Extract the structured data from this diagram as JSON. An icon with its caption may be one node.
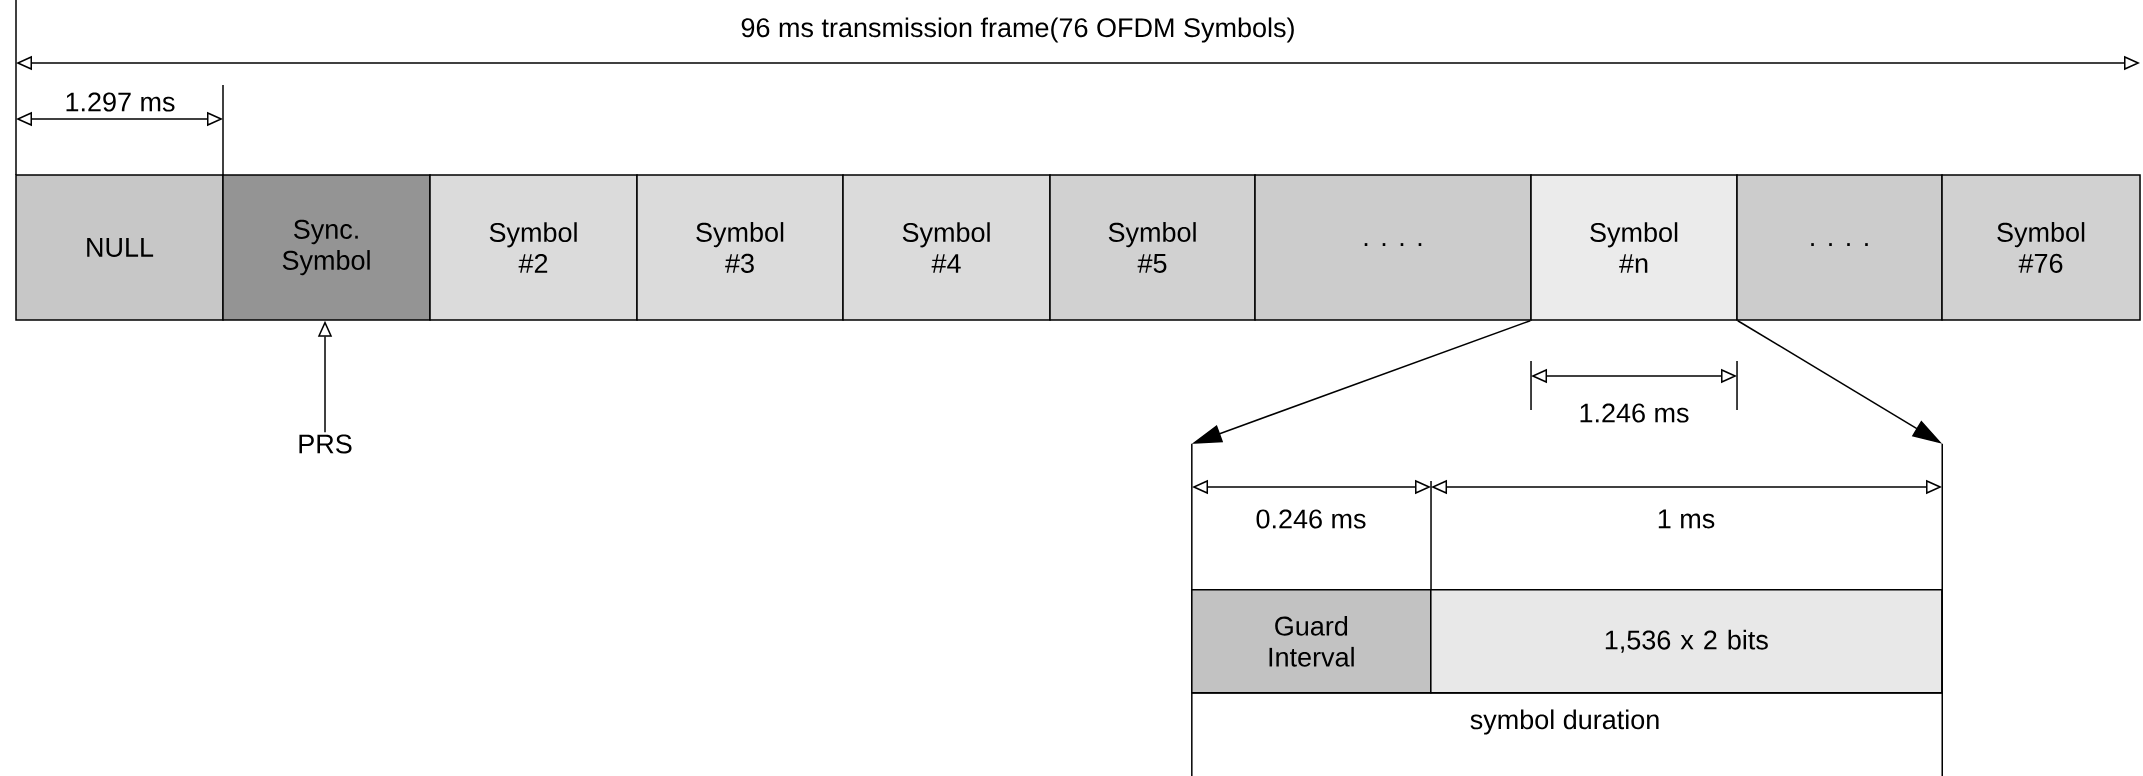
{
  "diagram": {
    "nodes": [
      {
        "text": [
          "NULL"
        ]
      },
      {
        "text": [
          "Sync. Symbol"
        ]
      },
      {
        "text": [
          "Symbol #2"
        ]
      },
      {
        "text": [
          "Symbol #3"
        ]
      },
      {
        "text": [
          "Symbol #4"
        ]
      },
      {
        "text": [
          "Symbol #5"
        ]
      },
      {
        "text": [
          "· · · ·"
        ]
      },
      {
        "text": [
          "Symbol #n"
        ]
      },
      {
        "text": [
          "· · · ·"
        ]
      },
      {
        "text": [
          "Symbol #76"
        ]
      },
      {
        "text": [],
        "shape": "box"
      },
      {
        "text": [
          "Guard Interval"
        ],
        "in": 10
      },
      {
        "text": [
          "1,536 x 2 bits"
        ],
        "in": 10
      },
      {
        "text": [
          "PRS"
        ]
      }
    ],
    "edges": [
      {
        "from": 13,
        "to": 1,
        "arrow": "to"
      },
      {
        "from": 7,
        "to": 10,
        "arrow": "to"
      },
      {
        "from": 7,
        "to": 10,
        "arrow": "to"
      }
    ],
    "labels": [
      "96 ms transmission frame(76 OFDM Symbols)",
      "1.297 ms",
      "1.246 ms",
      "0.246 ms",
      "1 ms",
      "symbol duration"
    ]
  }
}
